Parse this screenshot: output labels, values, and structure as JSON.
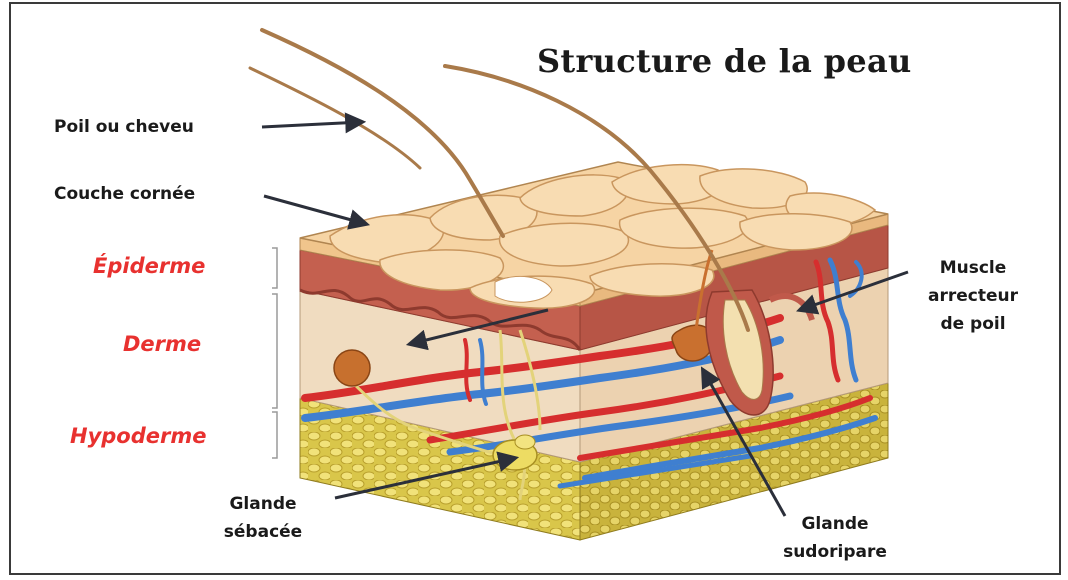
{
  "title": "Structure de la peau",
  "layers": {
    "epiderme": "Épiderme",
    "derme": "Derme",
    "hypoderme": "Hypoderme"
  },
  "labels": {
    "poil": "Poil ou cheveu",
    "couche_cornee": "Couche cornée",
    "muscle_1": "Muscle",
    "muscle_2": "arrecteur",
    "muscle_3": "de poil",
    "sebacee_1": "Glande",
    "sebacee_2": "sébacée",
    "sudoripare_1": "Glande",
    "sudoripare_2": "sudoripare"
  },
  "colors": {
    "layer_label": "#e8312f",
    "corneum": "#f4cf9c",
    "epidermis": "#c0594a",
    "dermis": "#f1dcc4",
    "hypodermis": "#eddc63",
    "artery": "#d62e2e",
    "vein": "#3f7fd0",
    "hair": "#a97a4a"
  }
}
